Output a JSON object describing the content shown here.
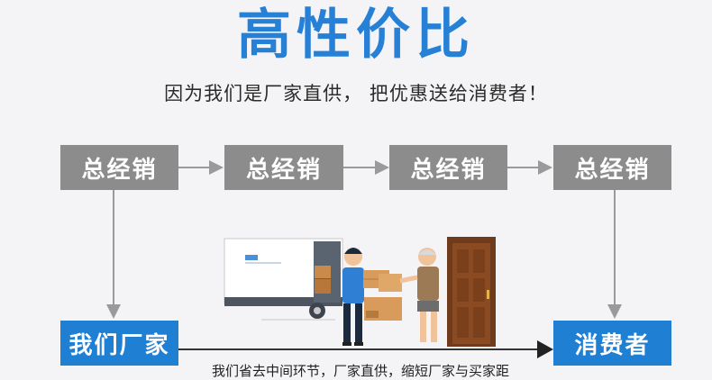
{
  "title": "高性价比",
  "subtitle": "因为我们是厂家直供， 把优惠送给消费者！",
  "chain": {
    "distributors": [
      "总经销",
      "总经销",
      "总经销",
      "总经销"
    ],
    "factory": "我们厂家",
    "consumer": "消费者"
  },
  "bottom_text": "我们省去中间环节，厂家直供，缩短厂家与买家距",
  "colors": {
    "blue": "#1f7fd3",
    "gray": "#8c8c8c",
    "title": "#2580d6"
  }
}
